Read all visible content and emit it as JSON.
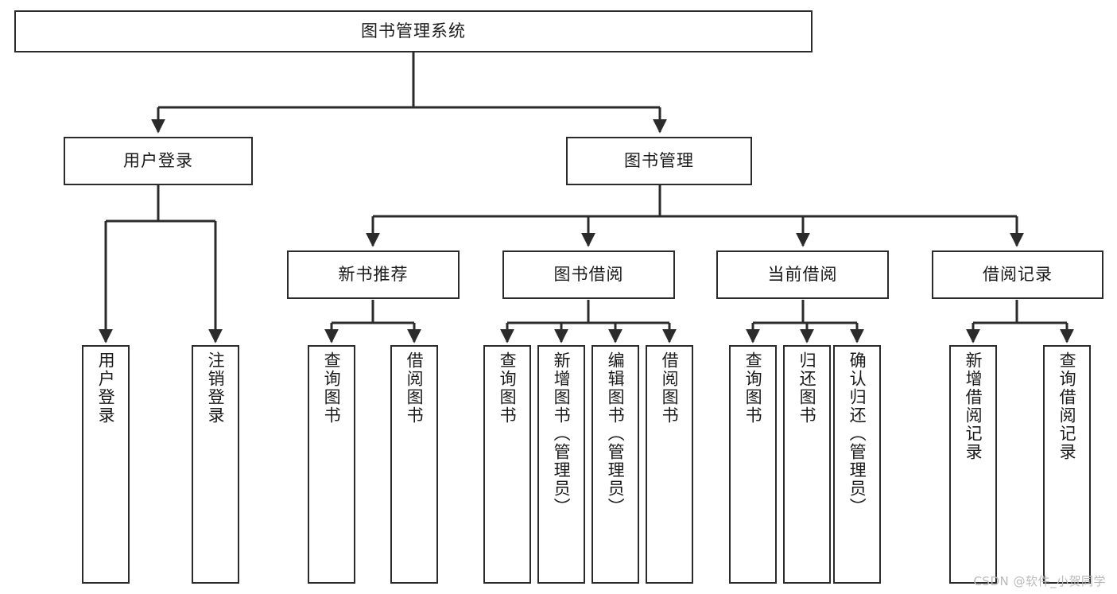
{
  "diagram": {
    "title_text": "图书管理系统",
    "type": "tree-hierarchy-diagram",
    "colors": {
      "box_border": "#2b2b2b",
      "box_fill": "#ffffff",
      "connector": "#2b2b2b",
      "text": "#1a1a1a",
      "watermark": "#b9b9b9",
      "background": "#ffffff"
    }
  },
  "root": {
    "label": "图书管理系统"
  },
  "level2": [
    {
      "label": "用户登录"
    },
    {
      "label": "图书管理"
    }
  ],
  "level3": [
    {
      "label": "新书推荐"
    },
    {
      "label": "图书借阅"
    },
    {
      "label": "当前借阅"
    },
    {
      "label": "借阅记录"
    }
  ],
  "leaves": {
    "user_login": [
      {
        "label": "用户登录"
      },
      {
        "label": "注销登录"
      }
    ],
    "new_book_recommend": [
      {
        "label": "查询图书"
      },
      {
        "label": "借阅图书"
      }
    ],
    "book_borrow": [
      {
        "label": "查询图书"
      },
      {
        "label": "新增图书（管理员）"
      },
      {
        "label": "编辑图书（管理员）"
      },
      {
        "label": "借阅图书"
      }
    ],
    "current_borrow": [
      {
        "label": "查询图书"
      },
      {
        "label": "归还图书"
      },
      {
        "label": "确认归还（管理员）"
      }
    ],
    "borrow_record": [
      {
        "label": "新增借阅记录"
      },
      {
        "label": "查询借阅记录"
      }
    ]
  },
  "watermark": {
    "text": "CSDN @软件_小贺同学"
  }
}
